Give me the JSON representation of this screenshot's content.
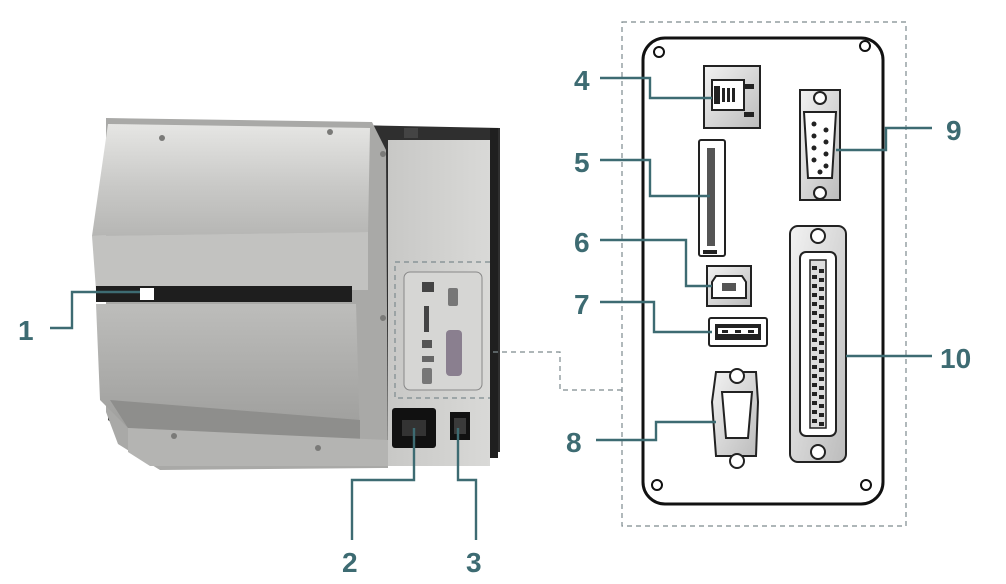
{
  "diagram": {
    "callouts": [
      {
        "id": "1",
        "label": "1"
      },
      {
        "id": "2",
        "label": "2"
      },
      {
        "id": "3",
        "label": "3"
      },
      {
        "id": "4",
        "label": "4"
      },
      {
        "id": "5",
        "label": "5"
      },
      {
        "id": "6",
        "label": "6"
      },
      {
        "id": "7",
        "label": "7"
      },
      {
        "id": "8",
        "label": "8"
      },
      {
        "id": "9",
        "label": "9"
      },
      {
        "id": "10",
        "label": "10"
      }
    ],
    "colors": {
      "callout": "#3d6b72",
      "leader": "#3d6b72",
      "dashed_box": "#7d8a8e",
      "panel_fill": "#ffffff",
      "panel_stroke": "#111111",
      "metal_light": "#cfcfcd",
      "metal_mid": "#b3b3b1",
      "metal_dark": "#8f8f8d",
      "housing_dark": "#2a2a2a"
    }
  }
}
